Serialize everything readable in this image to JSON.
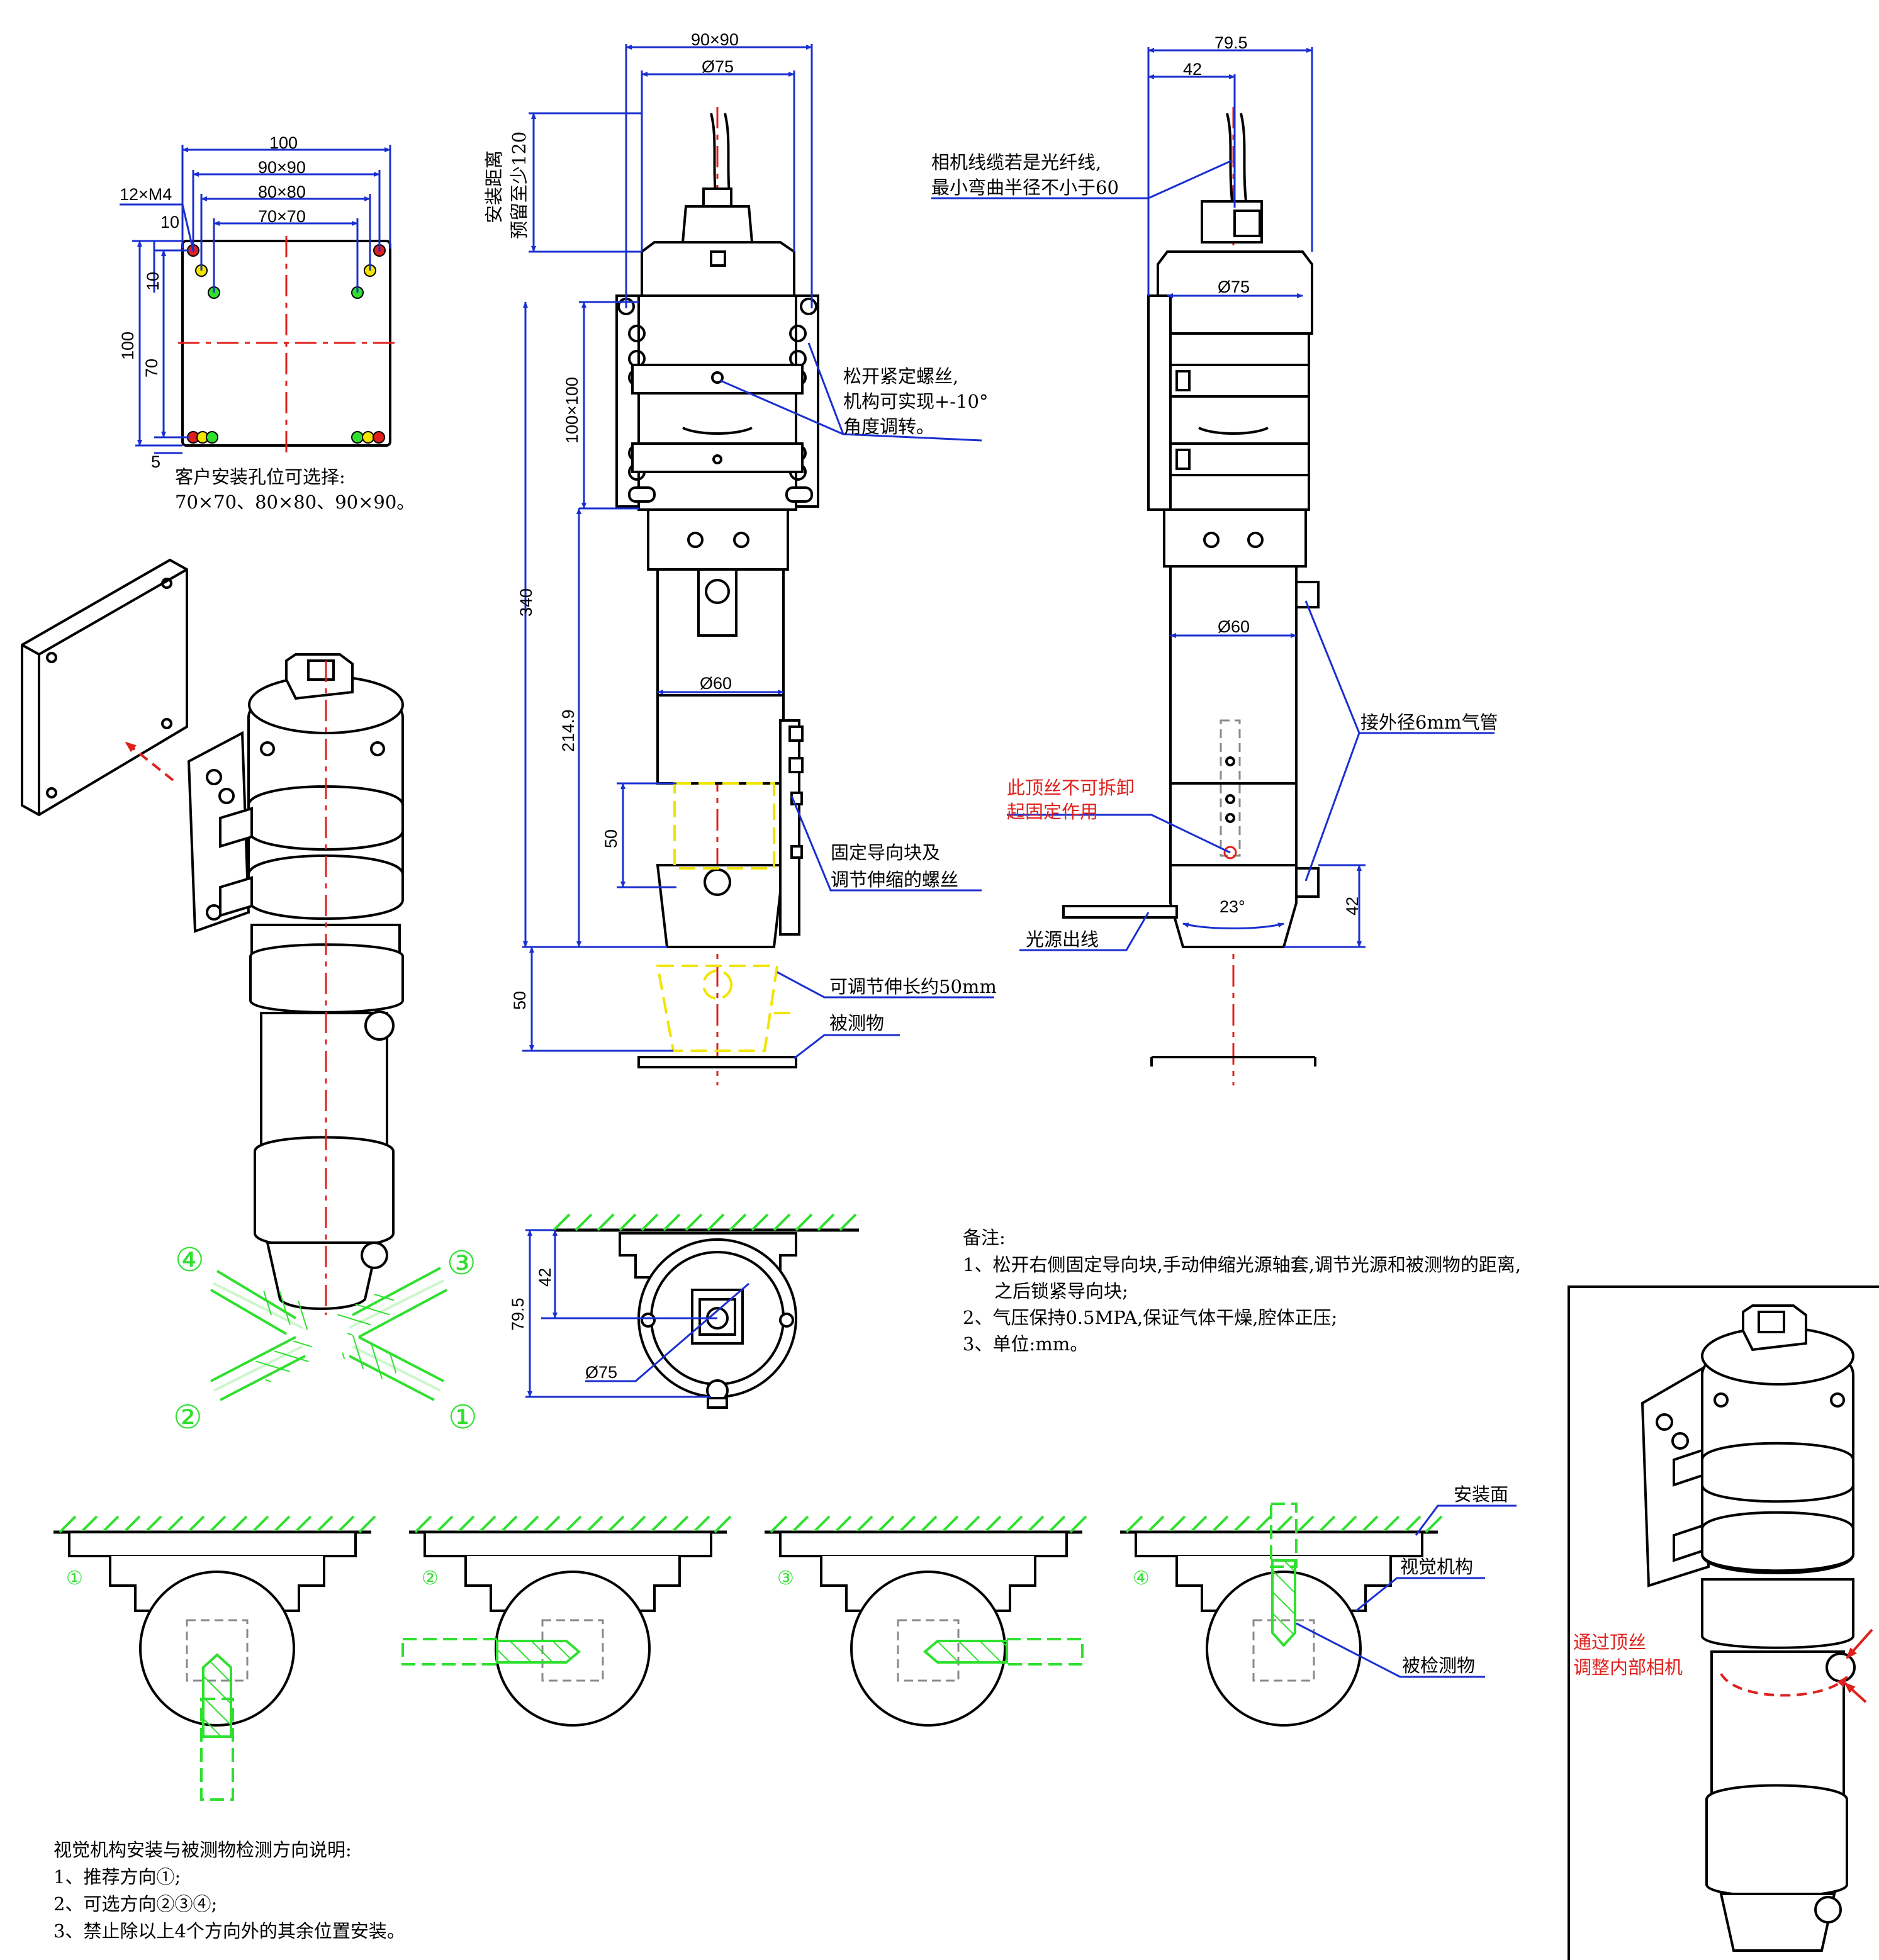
{
  "top_plan": {
    "dim_width": "100",
    "dim_90": "90×90",
    "dim_80": "80×80",
    "dim_70": "70×70",
    "dim_holes": "12×M4",
    "dim_10_top": "10",
    "dim_10_side": "10",
    "dim_height": "100",
    "dim_70_side": "70",
    "dim_5": "5",
    "note_line1": "客户安装孔位可选择:",
    "note_line2": "70×70、80×80、90×90。"
  },
  "front_view": {
    "dim_90x90": "90×90",
    "dim_d75": "Ø75",
    "install_dist_1": "安装距离",
    "install_dist_2": "预留至少120",
    "dim_100x100": "100×100",
    "dim_340": "340",
    "dim_2149": "214.9",
    "dim_d60": "Ø60",
    "dim_50_a": "50",
    "dim_50_b": "50",
    "note_loosen_1": "松开紧定螺丝,",
    "note_loosen_2": "机构可实现+-10°",
    "note_loosen_3": "角度调转。",
    "note_guide_1": "固定导向块及",
    "note_guide_2": "调节伸缩的螺丝",
    "note_stretch": "可调节伸长约50mm",
    "note_object": "被测物"
  },
  "side_view": {
    "dim_795": "79.5",
    "dim_42": "42",
    "note_cable_1": "相机线缆若是光纤线,",
    "note_cable_2": "最小弯曲半径不小于60",
    "dim_d75": "Ø75",
    "dim_d60": "Ø60",
    "note_air": "接外径6mm气管",
    "note_screw_1": "此顶丝不可拆卸",
    "note_screw_2": "起固定作用",
    "dim_23": "23°",
    "dim_42_b": "42",
    "note_light": "光源出线"
  },
  "bottom_view": {
    "dim_42": "42",
    "dim_795": "79.5",
    "dim_d75": "Ø75"
  },
  "remarks": {
    "title": "备注:",
    "line1": "1、松开右侧固定导向块,手动伸缩光源轴套,调节光源和被测物的距离,",
    "line1b": "之后锁紧导向块;",
    "line2": "2、气压保持0.5MPA,保证气体干燥,腔体正压;",
    "line3": "3、单位:mm。"
  },
  "direction_marks": [
    "①",
    "②",
    "③",
    "④"
  ],
  "install_views": {
    "label_surface": "安装面",
    "label_mechanism": "视觉机构",
    "label_object": "被检测物",
    "marks": [
      "①",
      "②",
      "③",
      "④"
    ]
  },
  "bottom_note": {
    "title": "视觉机构安装与被测物检测方向说明:",
    "line1": "1、推荐方向①;",
    "line2": "2、可选方向②③④;",
    "line3": "3、禁止除以上4个方向外的其余位置安装。"
  },
  "inset": {
    "note_1": "通过顶丝",
    "note_2": "调整内部相机"
  },
  "colors": {
    "dimension": "#1a2fd0",
    "centerline": "#e0201c",
    "yellow": "#f1e400",
    "green": "#2fe02f"
  }
}
